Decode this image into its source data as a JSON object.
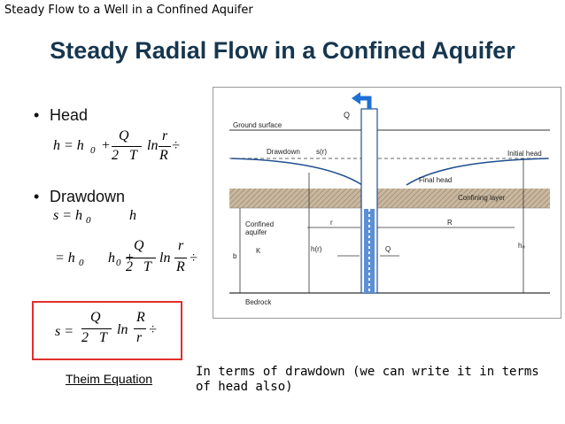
{
  "header": {
    "slide_label": "Steady Flow to a Well in a Confined Aquifer"
  },
  "title": "Steady Radial Flow in a Confined Aquifer",
  "bullets": {
    "head": "Head",
    "drawdown": "Drawdown"
  },
  "equations": {
    "head": {
      "lhs": "h = h",
      "sub": "0",
      "plus": "+",
      "Q": "Q",
      "two": "2",
      "T": "T",
      "ln": "ln",
      "r": "r",
      "R": "R",
      "div": "÷"
    },
    "drawdown1": {
      "lhs": "s = h",
      "sub": "0",
      "h": "h"
    },
    "drawdown2": {
      "eq": "= h",
      "sub": "0",
      "h0": "h",
      "sub2": "0",
      "plus": "+",
      "Q": "Q",
      "two": "2",
      "T": "T",
      "ln": "ln",
      "r": "r",
      "R": "R",
      "div": "÷"
    },
    "theim": {
      "lhs": "s =",
      "Q": "Q",
      "two": "2",
      "T": "T",
      "ln": "ln",
      "R": "R",
      "r": "r",
      "div": "÷"
    }
  },
  "theim_label": "Theim Equation",
  "note": "In terms of drawdown (we can write it in terms of head also)",
  "figure": {
    "ground_surface": "Ground surface",
    "Q_top": "Q",
    "drawdown": "Drawdown",
    "s_r": "s(r)",
    "initial_head": "Initial head",
    "final_head": "Final head",
    "confining_layer": "Confining layer",
    "confined": "Confined",
    "aquifer": "aquifer",
    "r": "r",
    "R": "R",
    "h0": "h₀",
    "b": "b",
    "K": "K",
    "h_r": "h(r)",
    "Q_mid": "Q",
    "bedrock": "Bedrock"
  }
}
